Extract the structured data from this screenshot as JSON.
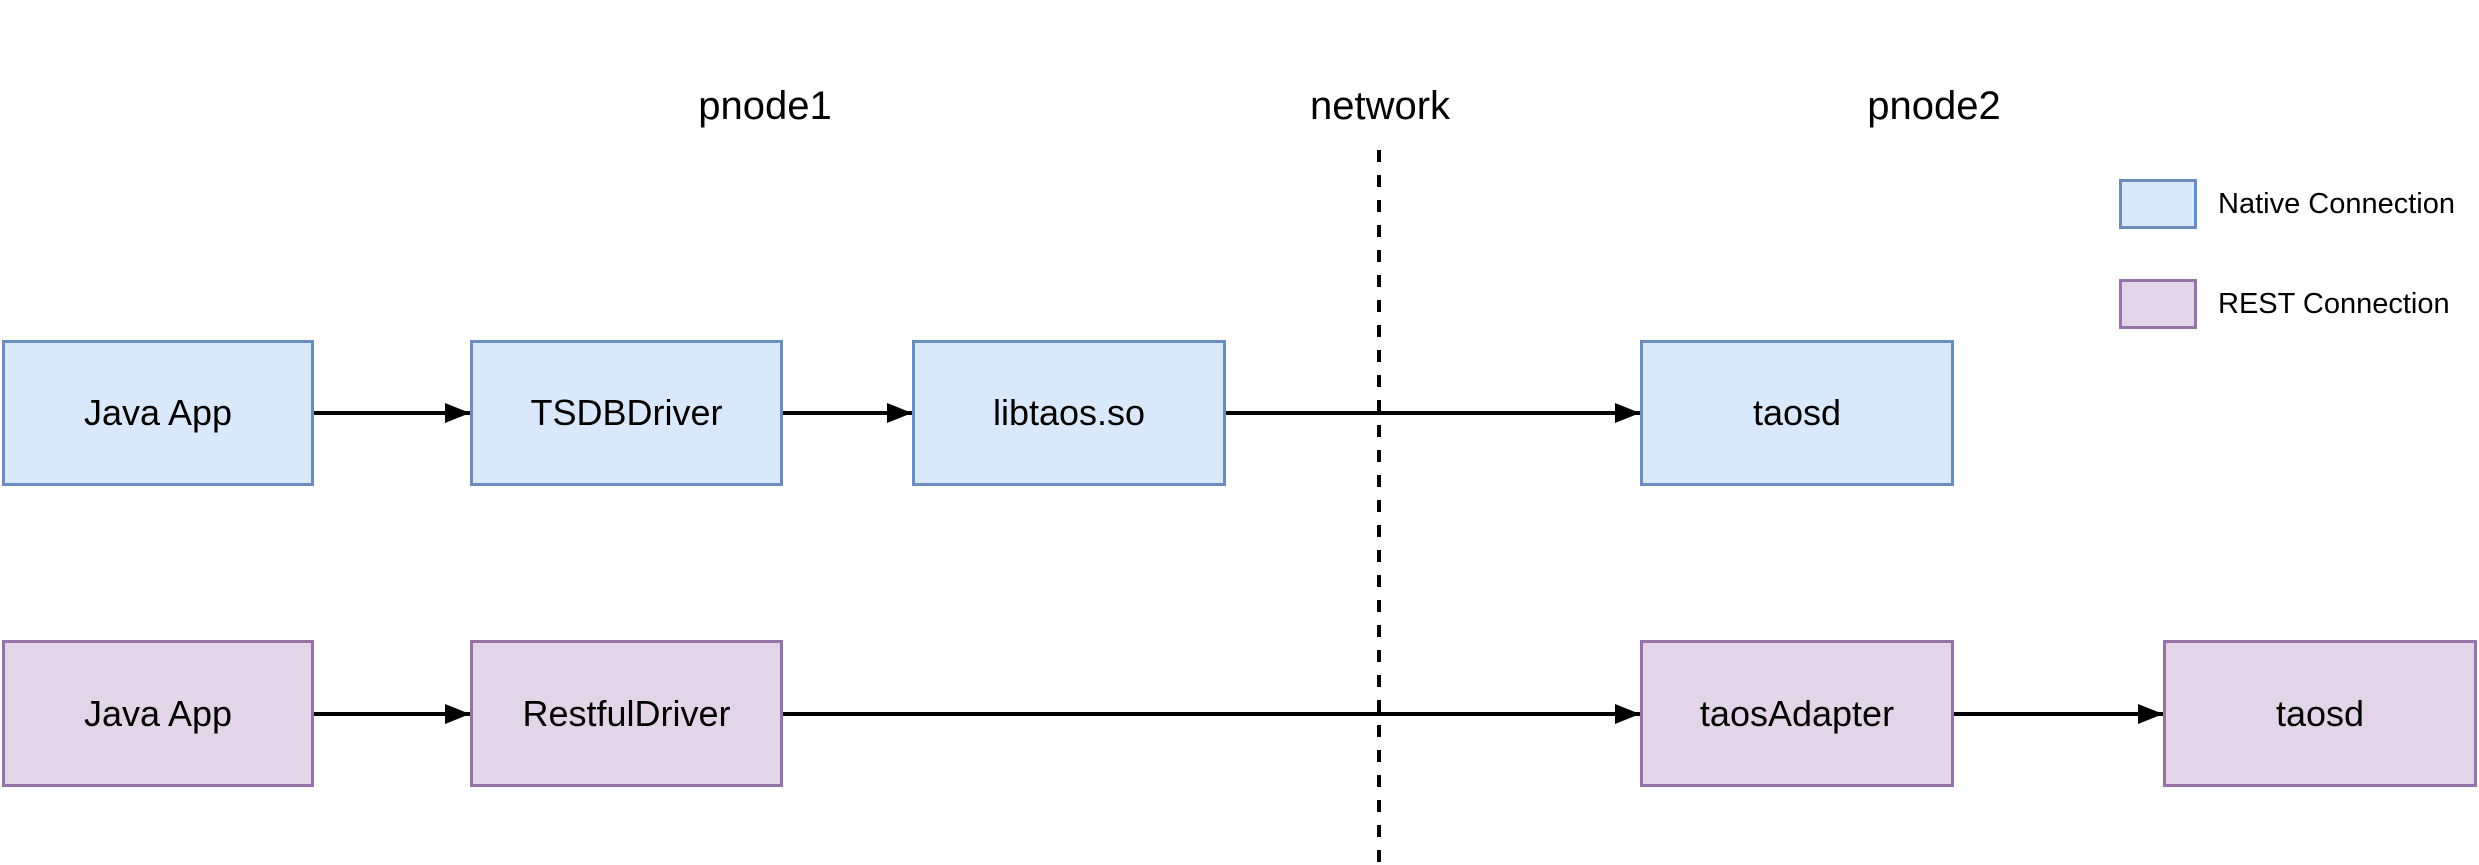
{
  "diagram": {
    "labels": {
      "pnode1": "pnode1",
      "network": "network",
      "pnode2": "pnode2"
    },
    "legend": {
      "items": [
        {
          "label": "Native Connection",
          "fill": "#dae8fc",
          "border": "#6c8ebf"
        },
        {
          "label": "REST Connection",
          "fill": "#e1d5e7",
          "border": "#9673a6"
        }
      ]
    },
    "native_row": {
      "connection_type": "Native Connection",
      "nodes": [
        {
          "label": "Java App"
        },
        {
          "label": "TSDBDriver"
        },
        {
          "label": "libtaos.so"
        },
        {
          "label": "taosd"
        }
      ]
    },
    "rest_row": {
      "connection_type": "REST Connection",
      "nodes": [
        {
          "label": "Java App"
        },
        {
          "label": "RestfulDriver"
        },
        {
          "label": "taosAdapter"
        },
        {
          "label": "taosd"
        }
      ]
    },
    "colors": {
      "native_fill": "#dae8fc",
      "native_border": "#6c8ebf",
      "rest_fill": "#e1d5e7",
      "rest_border": "#9673a6",
      "line": "#000000",
      "background": "#ffffff"
    }
  }
}
